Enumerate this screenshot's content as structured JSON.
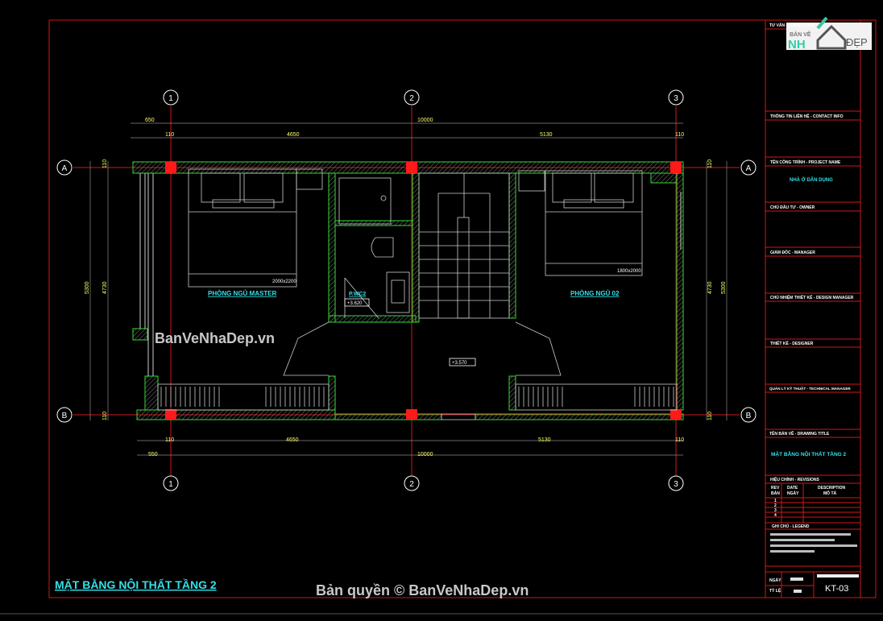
{
  "drawing": {
    "title": "MẶT BẰNG NỘI THẤT TẦNG 2",
    "grid_axes_vertical": [
      "1",
      "2",
      "3"
    ],
    "grid_axes_horizontal": [
      "A",
      "B"
    ],
    "dimensions_top": {
      "overall_offset": "650",
      "overall": "10000",
      "segments": [
        "110",
        "4650",
        "5130",
        "110"
      ]
    },
    "dimensions_bottom": {
      "overall_offset": "550",
      "overall": "10000",
      "segments": [
        "110",
        "4650",
        "5130",
        "110"
      ]
    },
    "dimensions_left": {
      "overall": "5300",
      "inner": "4730",
      "wall": "110",
      "wall_bottom": "110"
    },
    "dimensions_right": {
      "overall": "5300",
      "inner": "4730",
      "wall": "110",
      "wall_bottom": "110"
    },
    "rooms": [
      {
        "label": "PHÒNG NGỦ MASTER",
        "bed_size": "2000x2200"
      },
      {
        "label": "PHÒNG NGỦ 02",
        "bed_size": "1800x2000"
      },
      {
        "label": "P.WC2",
        "level": "+3.620"
      }
    ],
    "hall_level": "+3.570",
    "colors": {
      "background": "#000000",
      "frame": "#d01818",
      "wall": "#33dd33",
      "column": "#ff1a1a",
      "text_cyan": "#33e0e8",
      "dim_text": "#ffff66"
    }
  },
  "title_block": {
    "logo": "BẢN VẼ NHÀ ĐẸP",
    "consultant": "TƯ VẤN - CONSULTANT",
    "contact_info": "THÔNG TIN LIÊN HỆ - CONTACT INFO",
    "project_name_label": "TÊN CÔNG TRÌNH - PROJECT NAME",
    "project_name": "NHÀ Ở DÂN DỤNG",
    "owner_label": "CHỦ ĐẦU TƯ - OWNER",
    "manager_label": "GIÁM ĐỐC - MANAGER",
    "design_manager_label": "CHỦ NHIỆM THIẾT KẾ - DESIGN MANAGER",
    "designer_label": "THIẾT KẾ - DESIGNER",
    "technical_manager_label": "QUẢN LÝ KỸ THUẬT - TECHNICAL MANAGER",
    "drawing_title_label": "TÊN BẢN VẼ - DRAWING TITLE",
    "drawing_title": "MẶT BẰNG NỘI THẤT TẦNG 2",
    "revisions_label": "HIỆU CHỈNH - REVISIONS",
    "rev_col1": [
      "REV",
      "BẢN"
    ],
    "rev_col2": [
      "DATE",
      "NGÀY"
    ],
    "rev_col3": [
      "DESCRIPTION",
      "MÔ TẢ"
    ],
    "rev_rows": [
      "1",
      "2",
      "3",
      "4"
    ],
    "legend_label": "GHI CHÚ - LEGEND",
    "date_label": "NGÀY",
    "scale_label": "TỶ LỆ",
    "sheet_number": "KT-03"
  },
  "watermarks": {
    "center": "BanVeNhaDep.vn",
    "bottom": "Bản quyền © BanVeNhaDep.vn"
  }
}
